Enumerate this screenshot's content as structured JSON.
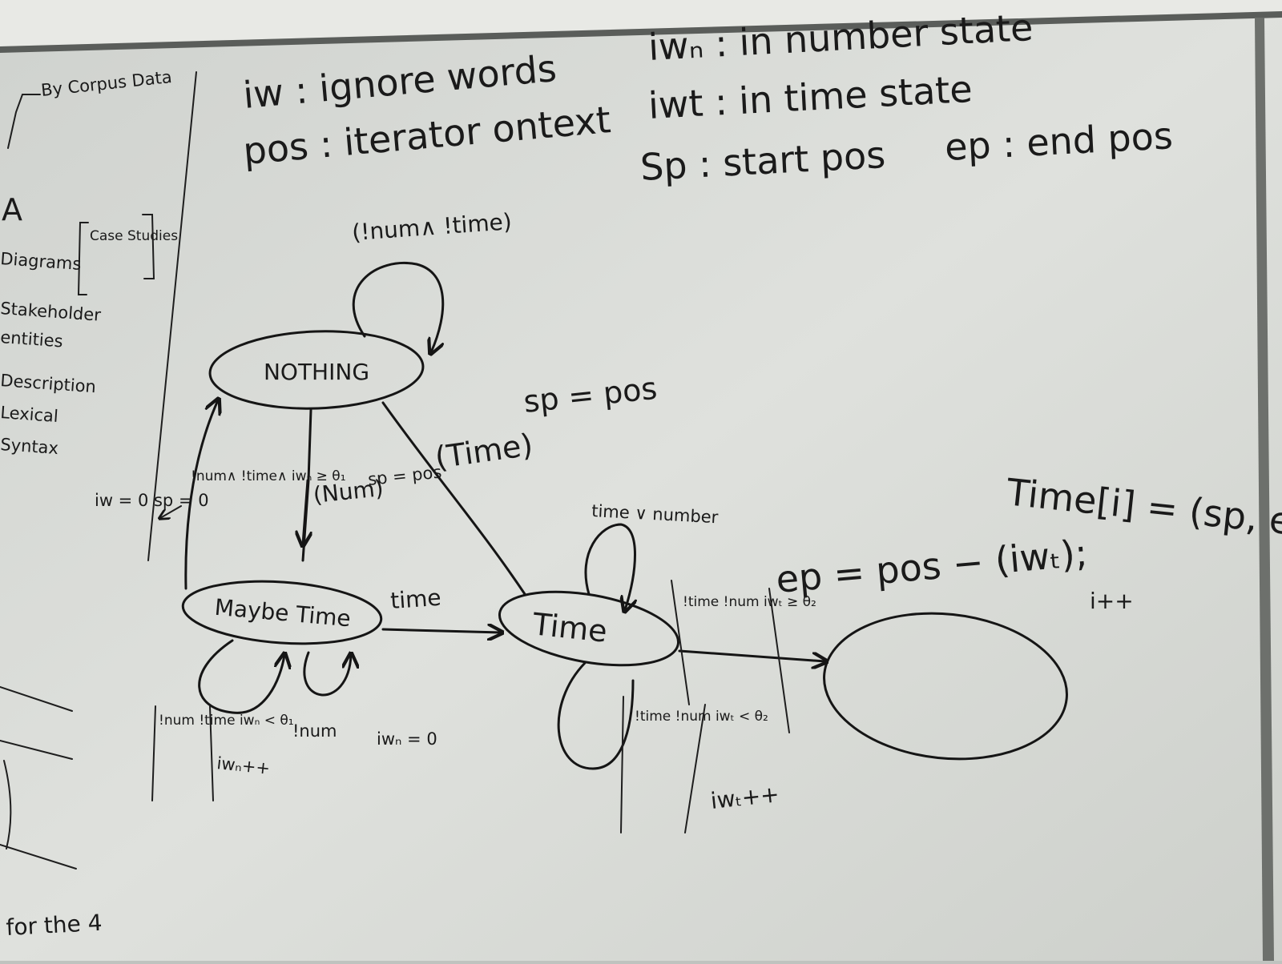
{
  "legend": {
    "iw": "iw : ignore words",
    "pos": "pos : iterator ontext",
    "iwn": "iwₙ : in number state",
    "iwt": "iwt : in time state",
    "sp": "Sp : start pos",
    "ep": "ep : end pos"
  },
  "sidebar": {
    "heading": "By Corpus Data",
    "a": "A",
    "case_studies": "Case Studies",
    "items": [
      "Diagrams",
      "Stakeholder",
      "entities",
      "Description",
      "Lexical",
      "Syntax"
    ],
    "footer": "for the 4"
  },
  "states": {
    "nothing": "NOTHING",
    "maybe": "Maybe Time",
    "time": "Time",
    "end": ""
  },
  "transitions": {
    "nothing_self": "(!num∧ !time)",
    "nothing_to_time": "(Time)",
    "nothing_to_time_action": "sp = pos",
    "nothing_to_maybe": "(Num)",
    "nothing_to_maybe_action": "sp = pos",
    "maybe_to_nothing": "!num∧ !time∧ iwₙ ≥ θ₁",
    "maybe_to_nothing_action": "iw = 0  sp = 0",
    "maybe_to_time": "time",
    "maybe_self_1": "!num !time iwₙ < θ₁",
    "maybe_self_1_action": "iwₙ++",
    "maybe_self_2": "!num",
    "maybe_self_2_action": "iwₙ = 0",
    "time_self": "time ∨ number",
    "time_self_2": "!time !num iwₜ < θ₂",
    "time_self_2_action": "iwₜ++",
    "time_to_end": "!time !num iwₜ ≥ θ₂",
    "time_to_end_action": "ep = pos − (iwₜ);",
    "store": "Time[i] = (sp, ep)",
    "store_increment": "i++"
  }
}
